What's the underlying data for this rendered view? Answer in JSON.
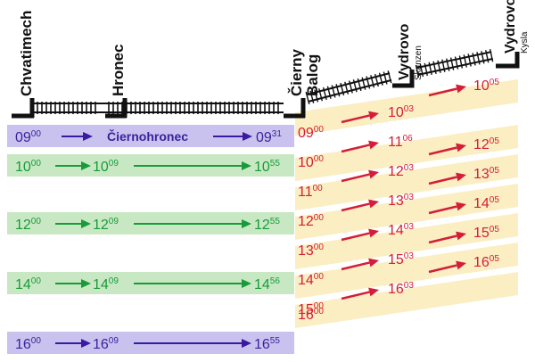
{
  "stations": [
    {
      "name": "Chvatimech",
      "sub": ""
    },
    {
      "name": "Hronec",
      "sub": ""
    },
    {
      "name": "Čierny",
      "name2": "Balog",
      "sub": ""
    },
    {
      "name": "Vydrovo",
      "sub": "Skanzen"
    },
    {
      "name": "Vydrovo",
      "sub": "Kysla"
    }
  ],
  "colors": {
    "violet_band": "#c9c2ef",
    "violet_text": "#3a239a",
    "violet_arrow": "#3a1aa0",
    "green_band": "#c8e8c3",
    "green_text": "#1a9a3a",
    "green_arrow": "#1a9a3a",
    "yellow_band": "#fbeec2",
    "red_text": "#d41e38",
    "red_arrow": "#d41e38",
    "track": "#111111"
  },
  "trains": [
    {
      "type": "violet",
      "times": [
        {
          "h": "09",
          "m": "00"
        },
        {
          "h": "09",
          "m": "31"
        }
      ],
      "label": "Čiernohronec"
    },
    {
      "type": "green",
      "times": [
        {
          "h": "10",
          "m": "00"
        },
        {
          "h": "10",
          "m": "09"
        },
        {
          "h": "10",
          "m": "55"
        }
      ]
    },
    {
      "type": "green",
      "times": [
        {
          "h": "12",
          "m": "00"
        },
        {
          "h": "12",
          "m": "09"
        },
        {
          "h": "12",
          "m": "55"
        }
      ]
    },
    {
      "type": "green",
      "times": [
        {
          "h": "14",
          "m": "00"
        },
        {
          "h": "14",
          "m": "09"
        },
        {
          "h": "14",
          "m": "56"
        }
      ]
    },
    {
      "type": "violet",
      "times": [
        {
          "h": "16",
          "m": "00"
        },
        {
          "h": "16",
          "m": "09"
        },
        {
          "h": "16",
          "m": "55"
        }
      ]
    }
  ],
  "forest_trains": [
    {
      "dep": {
        "h": "09",
        "m": "00"
      },
      "mid": {
        "h": "10",
        "m": "03"
      },
      "arr": {
        "h": "10",
        "m": "05"
      }
    },
    {
      "dep": {
        "h": "10",
        "m": "00"
      },
      "mid": {
        "h": "11",
        "m": "06"
      },
      "arr": null
    },
    {
      "dep": {
        "h": "11",
        "m": "00"
      },
      "mid": {
        "h": "12",
        "m": "03"
      },
      "arr": {
        "h": "12",
        "m": "05"
      }
    },
    {
      "dep": {
        "h": "12",
        "m": "00"
      },
      "mid": {
        "h": "13",
        "m": "03"
      },
      "arr": {
        "h": "13",
        "m": "05"
      }
    },
    {
      "dep": {
        "h": "13",
        "m": "00"
      },
      "mid": {
        "h": "14",
        "m": "03"
      },
      "arr": {
        "h": "14",
        "m": "05"
      }
    },
    {
      "dep": {
        "h": "14",
        "m": "00"
      },
      "mid": {
        "h": "15",
        "m": "03"
      },
      "arr": {
        "h": "15",
        "m": "05"
      }
    },
    {
      "dep": {
        "h": "15",
        "m": "00"
      },
      "mid": {
        "h": "16",
        "m": "03"
      },
      "arr": {
        "h": "16",
        "m": "05"
      }
    },
    {
      "dep": {
        "h": "16",
        "m": "00"
      },
      "mid": null,
      "arr": null
    }
  ]
}
